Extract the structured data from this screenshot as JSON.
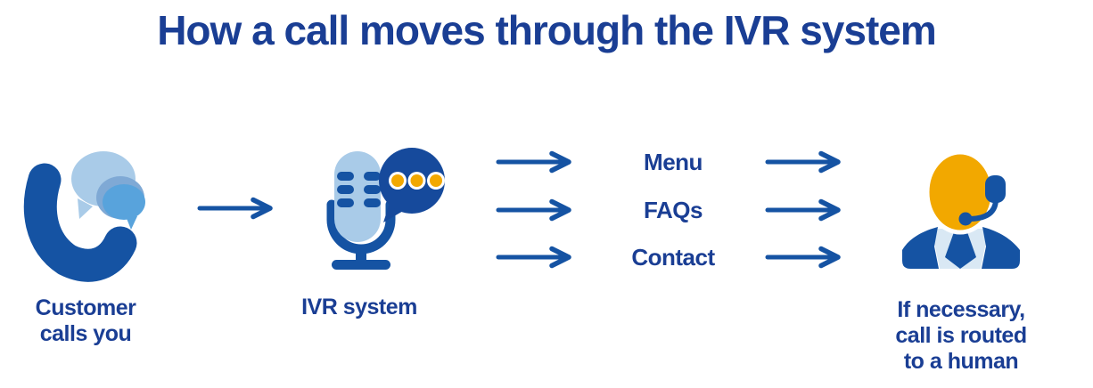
{
  "title": "How a call moves through the IVR system",
  "nodes": {
    "customer": {
      "icon": "phone-chat-icon",
      "lines": [
        "Customer",
        "calls you"
      ]
    },
    "ivr": {
      "icon": "microphone-speech-icon",
      "lines": [
        "IVR system"
      ]
    },
    "agent": {
      "icon": "agent-headset-icon",
      "lines": [
        "If necessary,",
        "call is routed",
        "to a human"
      ]
    }
  },
  "options": [
    {
      "label": "Menu"
    },
    {
      "label": "FAQs"
    },
    {
      "label": "Contact"
    }
  ],
  "icons": {
    "arrow": "arrow-right-icon"
  },
  "colors": {
    "text_navy": "#1a3e94",
    "shape_blue": "#1553a3",
    "speech_bubble_dark_blue": "#164a9c",
    "light_blue": "#a9cbe8",
    "medium_blue": "#58a3dc",
    "bubble_rim_blue": "#7fa9d5",
    "shirt_light_blue": "#d9e8f4",
    "accent_yellow": "#f2a800",
    "background": "#ffffff"
  }
}
